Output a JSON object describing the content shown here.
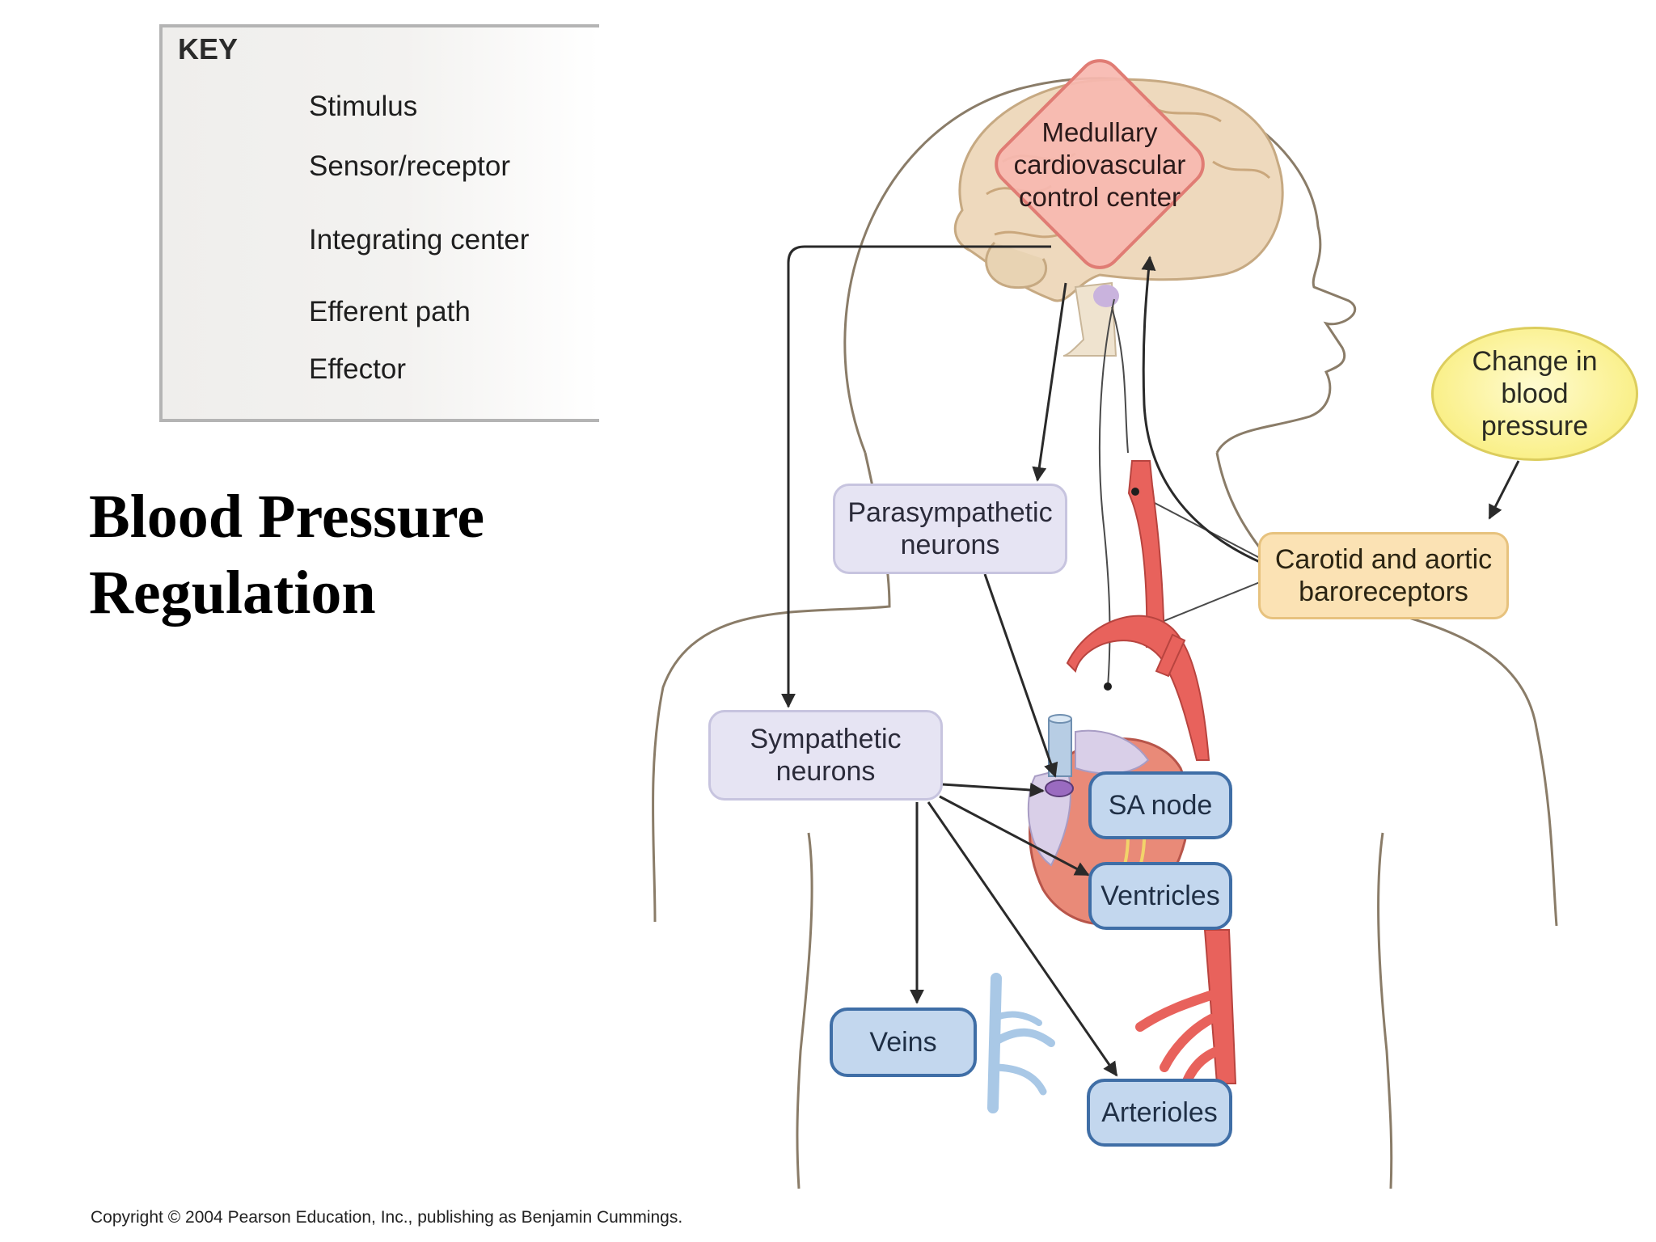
{
  "title": {
    "line1": "Blood Pressure",
    "line2": "Regulation"
  },
  "key": {
    "heading": "KEY",
    "items": [
      {
        "label": "Stimulus"
      },
      {
        "label": "Sensor/receptor"
      },
      {
        "label": "Integrating center"
      },
      {
        "label": "Efferent path"
      },
      {
        "label": "Effector"
      }
    ]
  },
  "nodes": {
    "integrating": {
      "line1": "Medullary",
      "line2": "cardiovascular",
      "line3": "control center"
    },
    "stimulus": {
      "line1": "Change in",
      "line2": "blood",
      "line3": "pressure"
    },
    "sensor": {
      "line1": "Carotid and aortic",
      "line2": "baroreceptors"
    },
    "parasympathetic": {
      "line1": "Parasympathetic",
      "line2": "neurons"
    },
    "sympathetic": {
      "line1": "Sympathetic",
      "line2": "neurons"
    },
    "sa_node": "SA node",
    "ventricles": "Ventricles",
    "veins": "Veins",
    "arterioles": "Arterioles"
  },
  "copyright": "Copyright © 2004 Pearson Education, Inc., publishing as Benjamin Cummings.",
  "colors": {
    "stimulus": "#faf08a",
    "sensor": "#fbe2b4",
    "integrating": "#f7b9b0",
    "efferent": "#e6e4f3",
    "effector": "#c3d7ee",
    "artery": "#e8625c",
    "vein": "#a9c8e6"
  }
}
